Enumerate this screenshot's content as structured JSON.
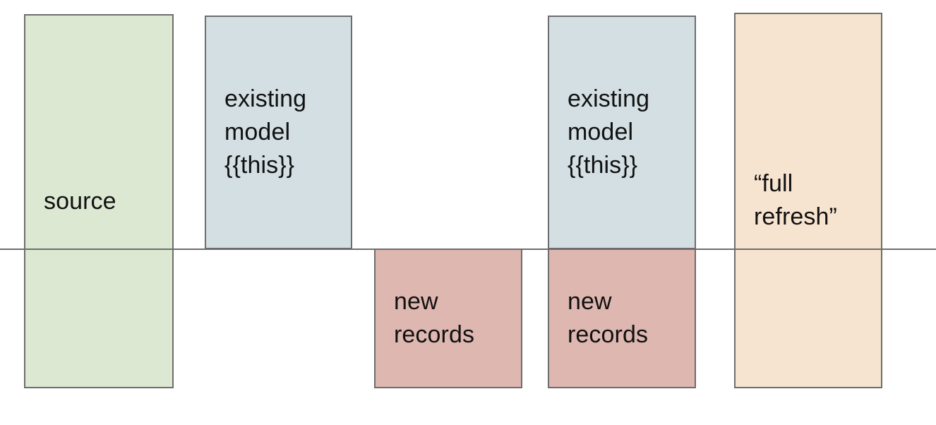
{
  "diagram": {
    "title": "incremental model full refresh diagram",
    "baseline": {
      "name": "horizontal-divider",
      "color": "#6d6d6d"
    },
    "palette": {
      "source_fill": "#dde8d3",
      "existing_model_fill": "#d3dfe3",
      "new_records_fill": "#ddb7b0",
      "full_refresh_fill": "#f7e4d0",
      "border": "#6d6d6d",
      "text": "#111111",
      "background": "#ffffff"
    },
    "boxes": [
      {
        "id": "source",
        "label": "source",
        "fill": "#dde8d3",
        "align": "middle"
      },
      {
        "id": "existing-model-1",
        "label": "existing\nmodel\n{{this}}",
        "fill": "#d3dfe3",
        "align": "middle"
      },
      {
        "id": "new-records-1",
        "label": "new\nrecords",
        "fill": "#ddb7b0",
        "align": "middle"
      },
      {
        "id": "existing-model-2",
        "label": "existing\nmodel\n{{this}}",
        "fill": "#d3dfe3",
        "align": "middle"
      },
      {
        "id": "new-records-2",
        "label": "new\nrecords",
        "fill": "#ddb7b0",
        "align": "middle"
      },
      {
        "id": "full-refresh",
        "label": "“full\nrefresh”",
        "fill": "#f7e4d0",
        "align": "middle"
      }
    ]
  }
}
